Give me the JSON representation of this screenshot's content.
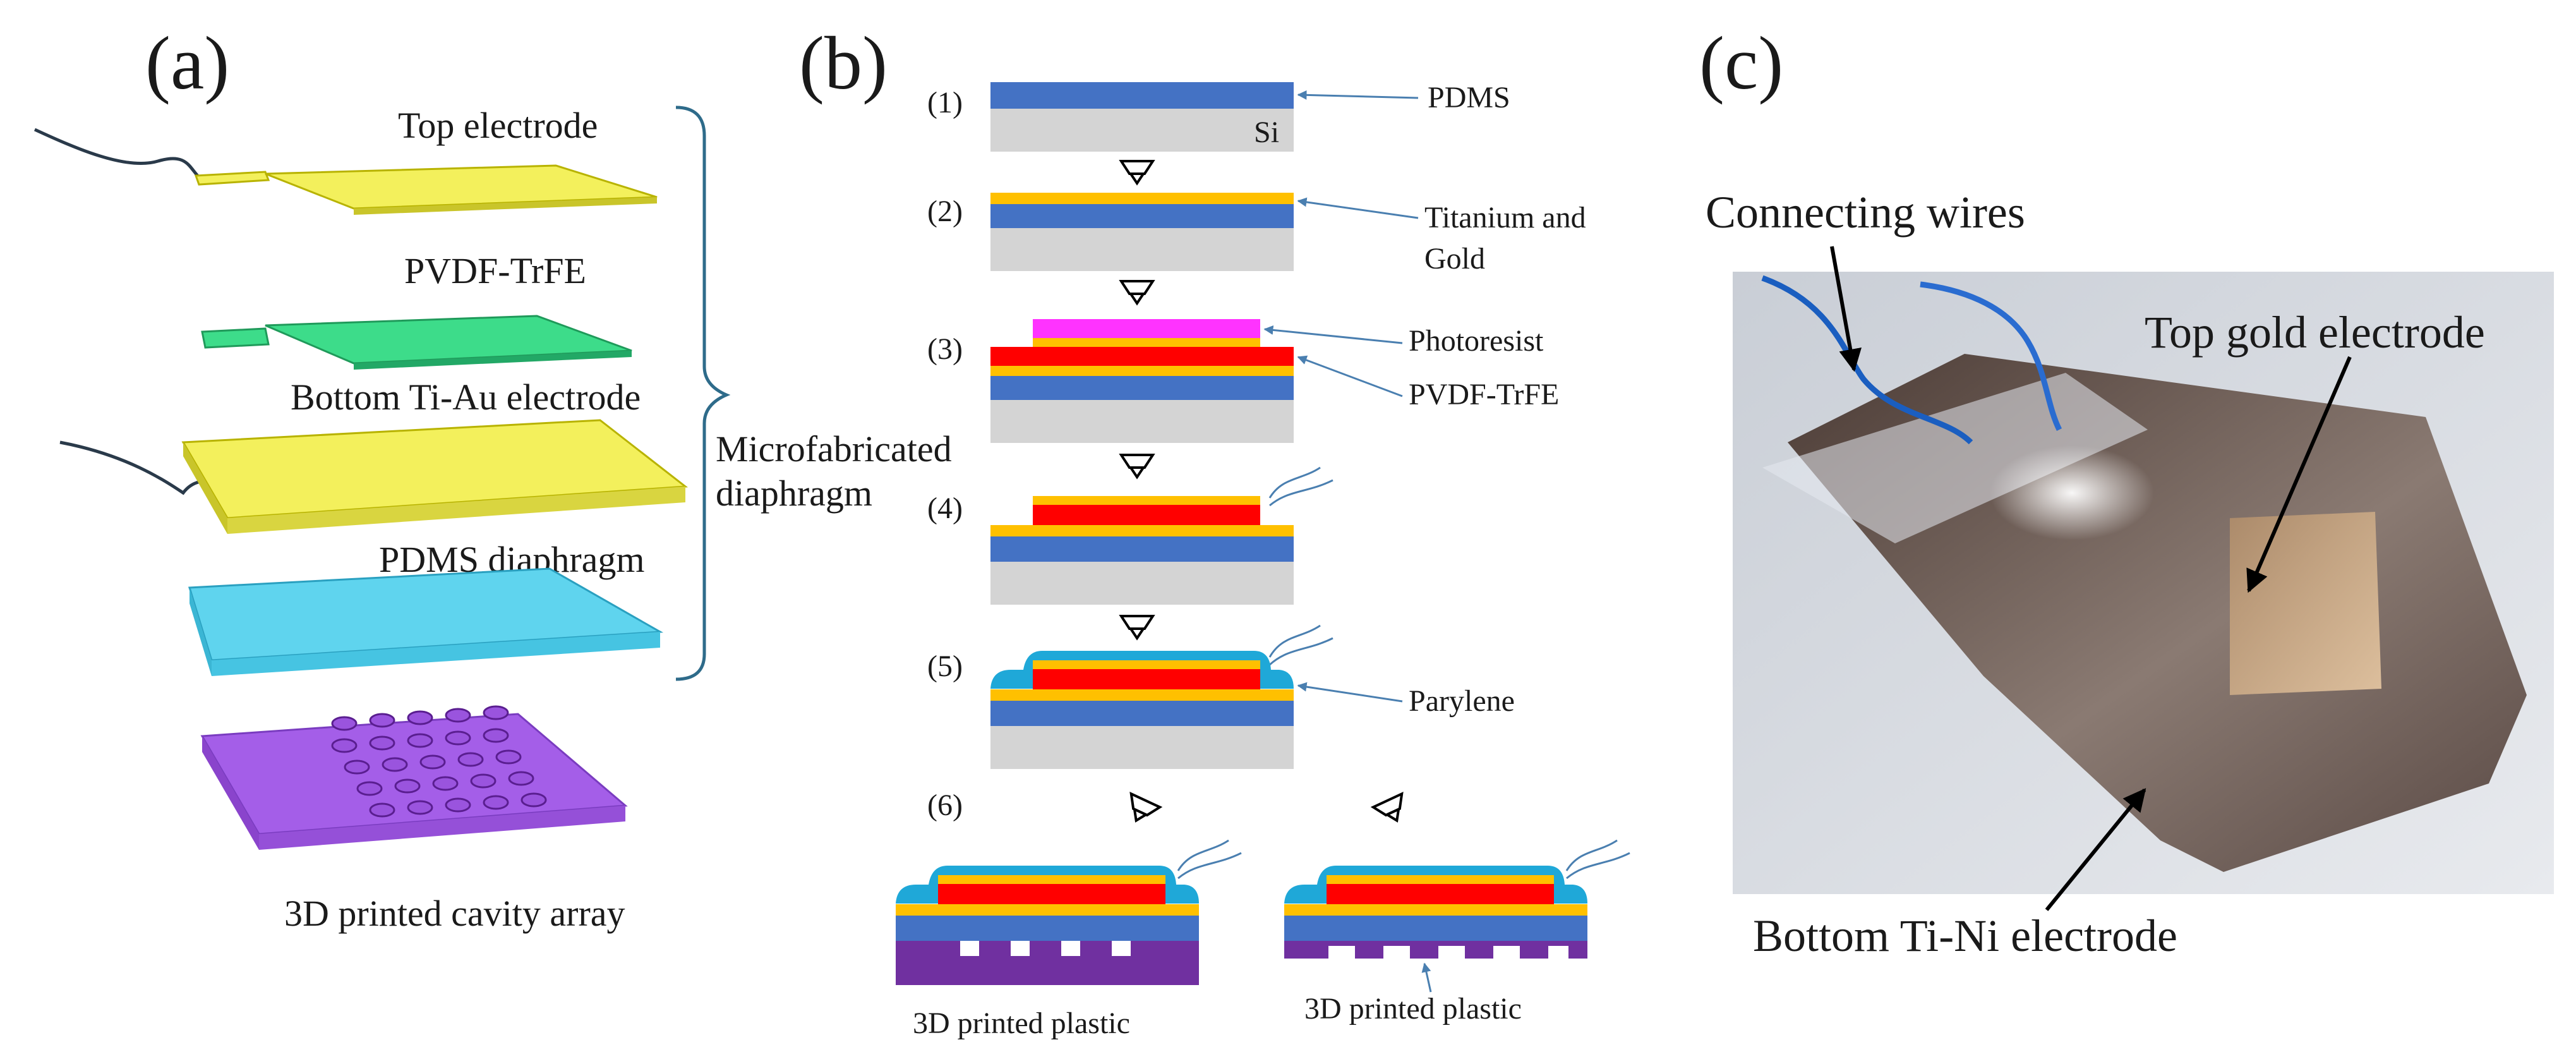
{
  "panels": {
    "a": {
      "label": "(a)",
      "layers": {
        "top_electrode": "Top electrode",
        "pvdf": "PVDF-TrFE",
        "bottom_electrode": "Bottom Ti-Au electrode",
        "pdms": "PDMS diaphragm",
        "cavity": "3D printed cavity array"
      },
      "bracket_label_1": "Microfabricated",
      "bracket_label_2": "diaphragm"
    },
    "b": {
      "label": "(b)",
      "steps": [
        "(1)",
        "(2)",
        "(3)",
        "(4)",
        "(5)",
        "(6)"
      ],
      "callouts": {
        "pdms": "PDMS",
        "si": "Si",
        "ti_gold_1": "Titanium and",
        "ti_gold_2": "Gold",
        "photoresist": "Photoresist",
        "pvdf": "PVDF-TrFE",
        "parylene": "Parylene",
        "plastic_left": "3D printed plastic",
        "plastic_right": "3D printed plastic"
      }
    },
    "c": {
      "label": "(c)",
      "connecting_wires": "Connecting wires",
      "top_gold": "Top gold electrode",
      "bottom_tini": "Bottom Ti-Ni electrode"
    }
  },
  "colors": {
    "yellow_electrode": "#f3f05c",
    "green_pvdf": "#3ddc8a",
    "cyan_pdms": "#5fd4ee",
    "purple_base": "#a45ee8",
    "blue_pdms_layer": "#4472c4",
    "gray_si": "#d4d4d4",
    "orange_gold": "#ffc000",
    "red_pvdf": "#ff0000",
    "magenta_photoresist": "#ff33ff",
    "teal_parylene": "#1fa8d8",
    "purple_plastic": "#7030a0",
    "bracket": "#2e6b8a"
  }
}
